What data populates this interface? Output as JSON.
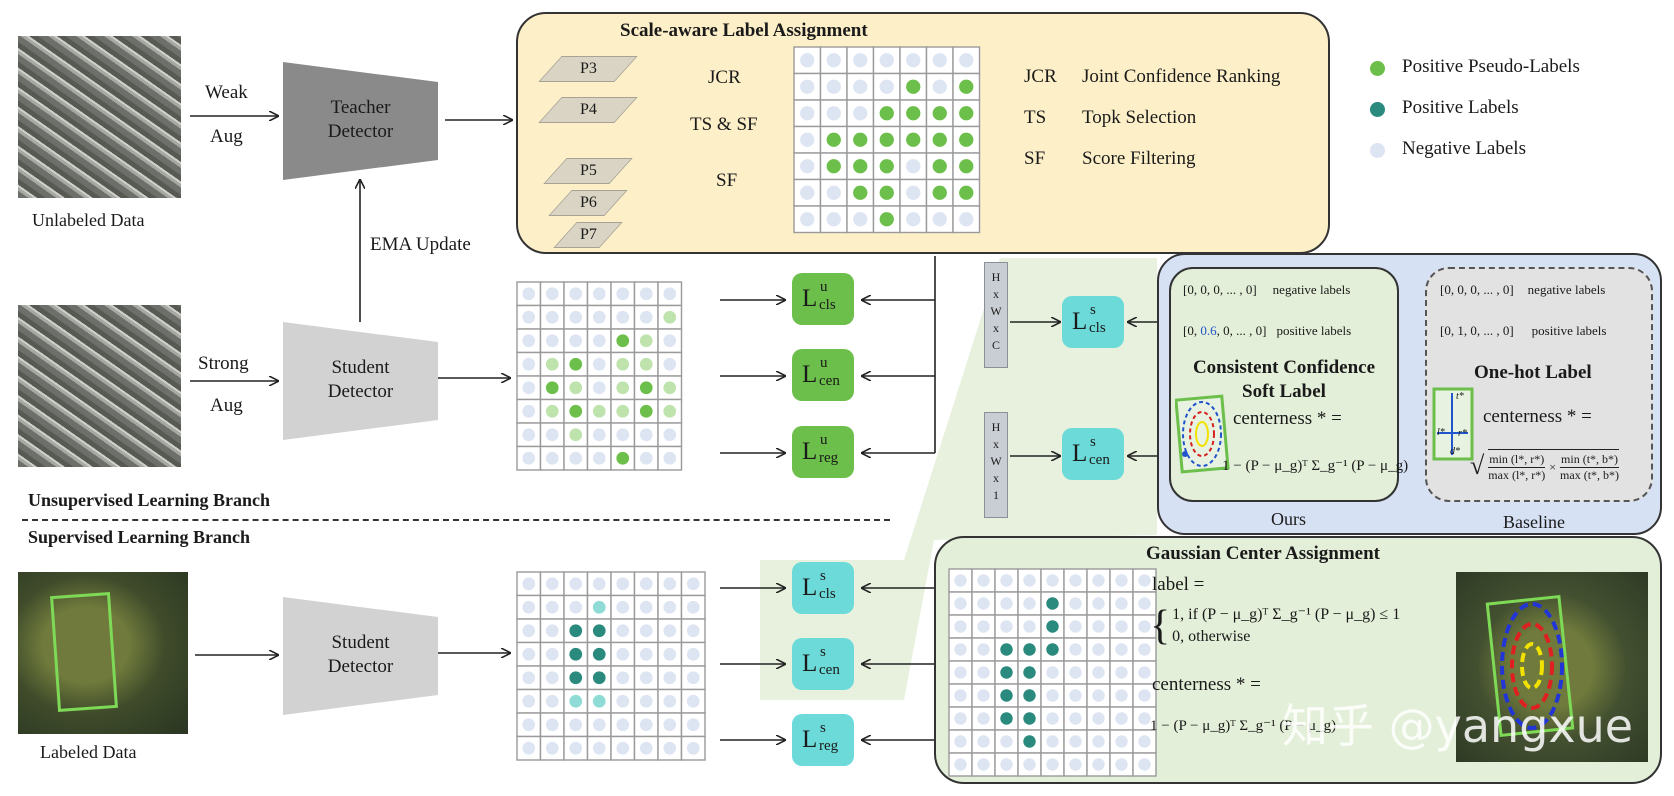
{
  "legend": {
    "positive_pseudo": "Positive Pseudo-Labels",
    "positive": "Positive Labels",
    "negative": "Negative Labels",
    "colors": {
      "pseudo": "#6cbf4a",
      "positive": "#2a8a7d",
      "negative": "#dde4f2"
    }
  },
  "colors": {
    "pseudo_light": "#bfe3ad",
    "positive_light": "#8fdcd6",
    "grid_cell": "#dde4f2"
  },
  "inputs": {
    "unlabeled_caption": "Unlabeled Data",
    "labeled_caption": "Labeled Data",
    "weak": "Weak",
    "aug1": "Aug",
    "strong": "Strong",
    "aug2": "Aug",
    "ema": "EMA Update"
  },
  "detectors": {
    "teacher_l1": "Teacher",
    "teacher_l2": "Detector",
    "student1_l1": "Student",
    "student1_l2": "Detector",
    "student2_l1": "Student",
    "student2_l2": "Detector"
  },
  "branches": {
    "unsupervised": "Unsupervised Learning Branch",
    "supervised": "Supervised Learning Branch"
  },
  "sla": {
    "title": "Scale-aware Label Assignment",
    "layers": [
      "P3",
      "P4",
      "P5",
      "P6",
      "P7"
    ],
    "jcr": "JCR",
    "ts_sf": "TS & SF",
    "sf": "SF",
    "defs": [
      {
        "abbr": "JCR",
        "text": "Joint Confidence Ranking"
      },
      {
        "abbr": "TS",
        "text": "Topk Selection"
      },
      {
        "abbr": "SF",
        "text": "Score Filtering"
      }
    ],
    "grid": [
      "0000000",
      "0000101",
      "0001111",
      "0111111",
      "0111011",
      "0011011",
      "0001000"
    ]
  },
  "unsup_grid": [
    "0000000",
    "0000001",
    "0000220",
    "0220220",
    "0220222",
    "0222211",
    "0020000",
    "0000200"
  ],
  "sup_grid": [
    "00000000",
    "00020000",
    "00330000",
    "00330000",
    "00330000",
    "00220000",
    "00000000",
    "00000000"
  ],
  "gca_grid": [
    "000000000",
    "000030000",
    "000030000",
    "003330000",
    "003300000",
    "003300000",
    "003300000",
    "000300000",
    "000000000"
  ],
  "losses": {
    "L": "L",
    "u_cls": {
      "sup": "u",
      "sub": "cls"
    },
    "u_cen": {
      "sup": "u",
      "sub": "cen"
    },
    "u_reg": {
      "sup": "u",
      "sub": "reg"
    },
    "s_cls_head": {
      "sup": "s",
      "sub": "cls"
    },
    "s_cen_head": {
      "sup": "s",
      "sub": "cen"
    },
    "s_cls": {
      "sup": "s",
      "sub": "cls"
    },
    "s_cen": {
      "sup": "s",
      "sub": "cen"
    },
    "s_reg": {
      "sup": "s",
      "sub": "reg"
    }
  },
  "features": {
    "top": [
      "H",
      "x",
      "W",
      "x",
      "C"
    ],
    "bottom": [
      "H",
      "x",
      "W",
      "x",
      "1"
    ]
  },
  "ours": {
    "neg_vec": "[0, 0, 0, ... , 0]",
    "neg_text": "negative labels",
    "pos_vec_a": "[0, ",
    "pos_vec_b": "0.6",
    "pos_vec_c": ", 0, ... , 0]",
    "pos_text": "positive labels",
    "title1": "Consistent Confidence",
    "title2": "Soft Label",
    "centerness": "centerness * =",
    "formula": "1 − (P − μ_g)ᵀ Σ_g⁻¹ (P − μ_g)",
    "caption": "Ours"
  },
  "baseline": {
    "neg_vec": "[0, 0, 0, ... , 0]",
    "neg_text": "negative labels",
    "pos_vec": "[0, 1, 0, ... , 0]",
    "pos_text": "positive labels",
    "title": "One-hot Label",
    "centerness": "centerness * =",
    "lr_num": "min (l*, r*)",
    "lr_den": "max (l*, r*)",
    "tb_num": "min (t*, b*)",
    "tb_den": "max (t*, b*)",
    "times": "×",
    "box_labels": {
      "t": "t*",
      "l": "l*",
      "r": "r*",
      "d": "d*"
    },
    "caption": "Baseline"
  },
  "gca": {
    "title": "Gaussian Center Assignment",
    "label_eq": "label  =",
    "case1": "1, if  (P − μ_g)ᵀ Σ_g⁻¹ (P − μ_g) ≤ 1",
    "case2": "0, otherwise",
    "centerness": "centerness * =",
    "formula": "1 − (P − μ_g)ᵀ Σ_g⁻¹ (P − μ_g)"
  },
  "watermark": "知乎 @yangxue"
}
